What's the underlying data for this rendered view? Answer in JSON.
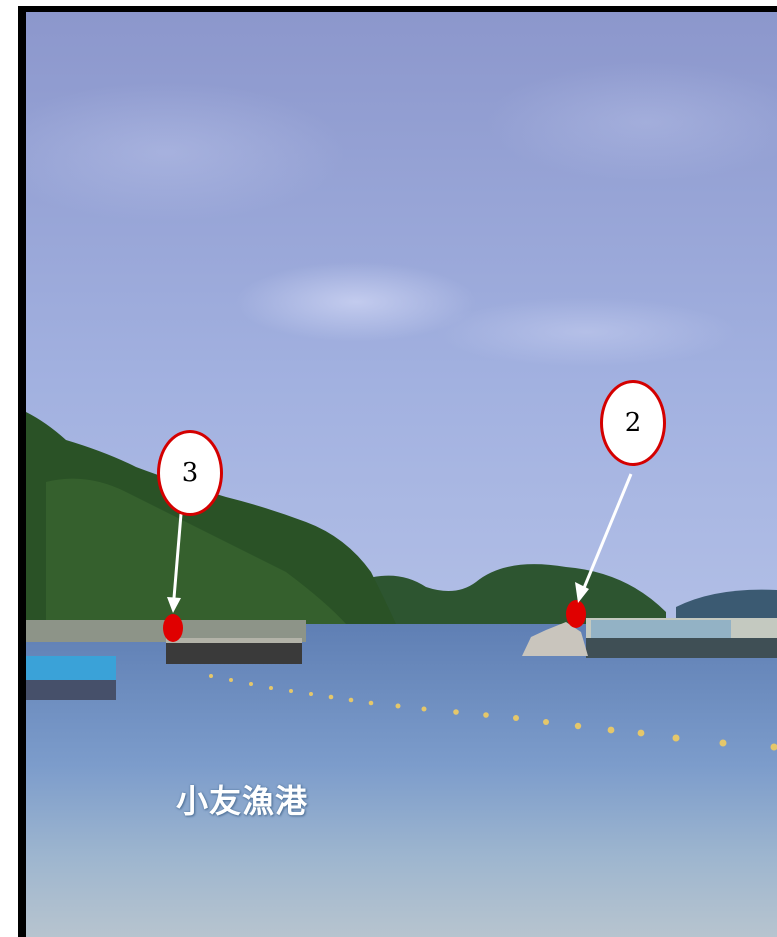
{
  "image": {
    "description_colors": {
      "sky_top": "#8f9ccf",
      "sky_bottom": "#a6b4e0",
      "hill": "#2f5a2a",
      "sea": "#6f90c3",
      "shore": "#a7b7c8",
      "marker": "#e00000",
      "callout_border": "#d40000"
    }
  },
  "callouts": [
    {
      "label": "3"
    },
    {
      "label": "2"
    }
  ],
  "place_label": "小友漁港"
}
